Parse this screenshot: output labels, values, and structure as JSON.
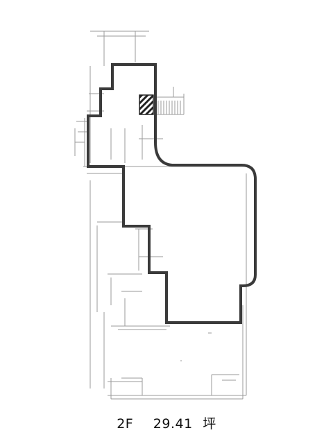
{
  "plan": {
    "floor": "2F",
    "area": "29.41",
    "unit": "坪"
  },
  "colors": {
    "boundary": "#3a3a3a",
    "faint": "#9a9a9a",
    "background": "#ffffff"
  }
}
